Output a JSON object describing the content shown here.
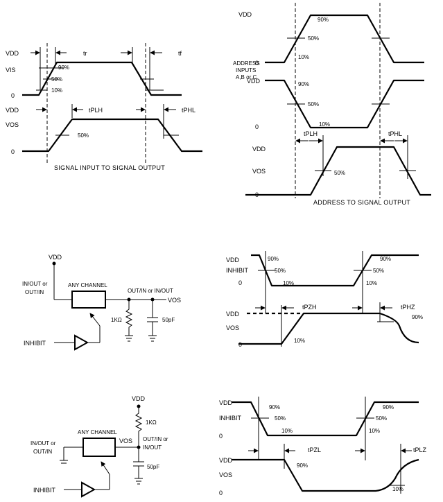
{
  "panel_a": {
    "vdd": "VDD",
    "vis": "VIS",
    "zero": "0",
    "tr": "tr",
    "tf": "tf",
    "p90": "90%",
    "p50": "50%",
    "p10": "10%",
    "vdd2": "VDD",
    "vos": "VOS",
    "zero2": "0",
    "tplh": "tPLH",
    "tphl": "tPHL",
    "out50": "50%",
    "caption": "SIGNAL INPUT TO SIGNAL OUTPUT"
  },
  "panel_b": {
    "vdd": "VDD",
    "zero": "0",
    "address_line1": "ADDRESS",
    "address_line2": "INPUTS",
    "address_line3": "A,B or C",
    "p90": "90%",
    "p50": "50%",
    "p10": "10%",
    "vdd2": "VDD",
    "zero2": "0",
    "q90": "90%",
    "q50": "50%",
    "q10": "10%",
    "tplh": "tPLH",
    "tphl": "tPHL",
    "vdd3": "VDD",
    "vos": "VOS",
    "zero3": "0",
    "out50": "50%",
    "caption": "ADDRESS TO SIGNAL OUTPUT"
  },
  "circuit_1": {
    "vdd": "VDD",
    "in_line1": "IN/OUT or",
    "in_line2": "OUT/IN",
    "any_channel": "ANY CHANNEL",
    "out_label": "OUT/IN or IN/OUT",
    "vos": "VOS",
    "resistor": "1KΩ",
    "capacitor": "50pF",
    "inhibit": "INHIBIT"
  },
  "panel_c": {
    "vdd": "VDD",
    "inhibit": "INHIBIT",
    "zero": "0",
    "a90": "90%",
    "a50": "50%",
    "a10": "10%",
    "b90": "90%",
    "b50": "50%",
    "b10": "10%",
    "tpzh": "tPZH",
    "tphz": "tPHZ",
    "vdd2": "VDD",
    "vos": "VOS",
    "zero2": "0",
    "out10": "10%",
    "out90": "90%"
  },
  "circuit_2": {
    "vdd": "VDD",
    "resistor": "1KΩ",
    "any_channel": "ANY CHANNEL",
    "in_line1": "IN/OUT or",
    "in_line2": "OUT/IN",
    "vos": "VOS",
    "out_line1": "OUT/IN or",
    "out_line2": "IN/OUT",
    "capacitor": "50pF",
    "inhibit": "INHIBIT"
  },
  "panel_d": {
    "vdd": "VDD",
    "inhibit": "INHIBIT",
    "zero": "0",
    "a90": "90%",
    "a50": "50%",
    "a10": "10%",
    "b90": "90%",
    "b50": "50%",
    "b10": "10%",
    "tpzl": "tPZL",
    "tplz": "tPLZ",
    "vdd2": "VDD",
    "vos": "VOS",
    "zero2": "0",
    "out90": "90%",
    "out10": "10%"
  }
}
